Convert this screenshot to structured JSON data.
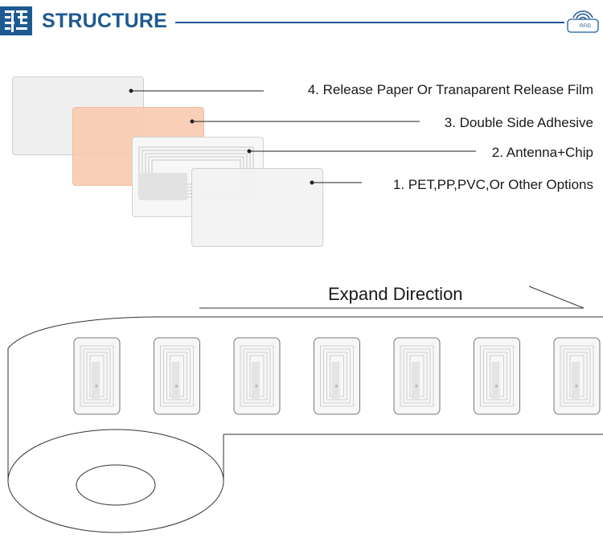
{
  "header": {
    "title": "STRUCTURE",
    "badge_text": "RFID",
    "accent_color": "#1e5a92"
  },
  "structure": {
    "layers": [
      {
        "number": 4,
        "label": "4. Release Paper Or Tranaparent  Release Film",
        "color": "#efefef"
      },
      {
        "number": 3,
        "label": "3. Double Side Adhesive",
        "color": "#f9ccb1"
      },
      {
        "number": 2,
        "label": "2. Antenna+Chip",
        "color": "#f7f7f7"
      },
      {
        "number": 1,
        "label": "1. PET,PP,PVC,Or Other Options",
        "color": "#f2f2f2"
      }
    ]
  },
  "roll": {
    "direction_label": "Expand Direction",
    "tag_count": 7
  },
  "icons": [
    "logo-icon",
    "rfid-wifi-icon",
    "rfid-inlay-icon"
  ]
}
